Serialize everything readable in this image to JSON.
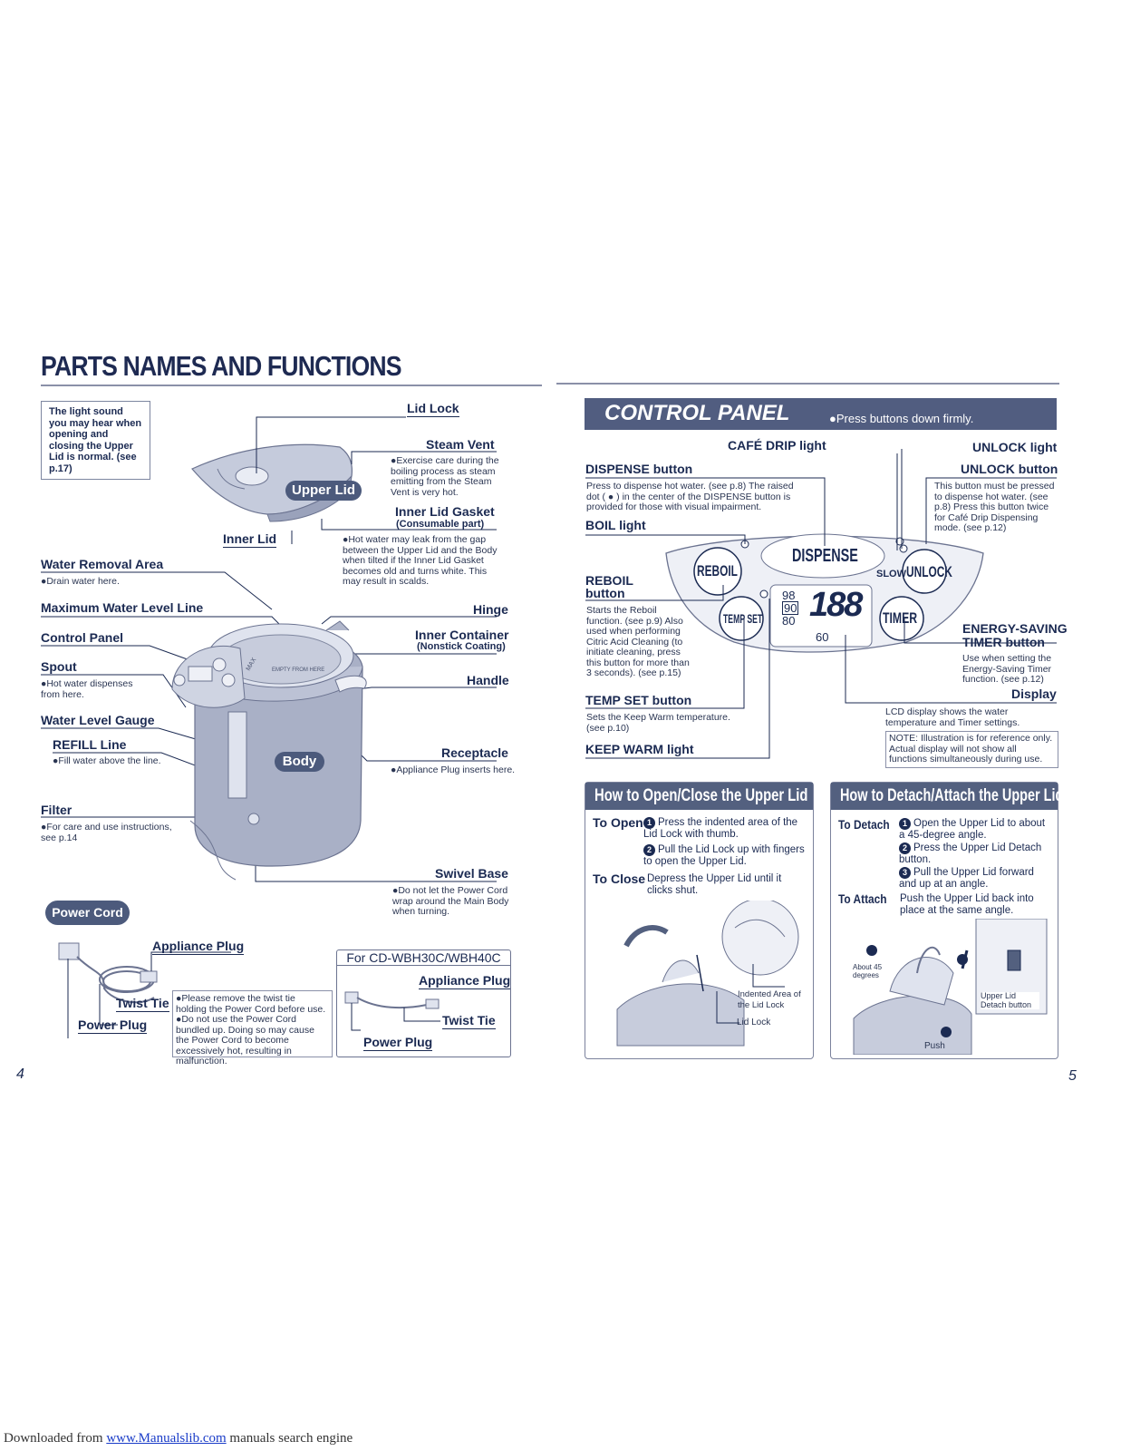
{
  "left": {
    "title": "PARTS NAMES AND FUNCTIONS",
    "light_sound_note": "The light sound you may hear when opening and closing the Upper Lid is normal. (see p.17)",
    "labels": {
      "lid_lock": "Lid Lock",
      "steam_vent": "Steam Vent",
      "steam_vent_note": "●Exercise care during the boiling process as steam emitting from the Steam Vent is very hot.",
      "upper_lid": "Upper Lid",
      "inner_lid_gasket": "Inner Lid Gasket",
      "consumable_part": "(Consumable part)",
      "inner_lid": "Inner Lid",
      "gasket_note": "●Hot water may leak from the gap between the Upper Lid and the Body when tilted if the Inner Lid Gasket becomes old and turns white. This may result in scalds.",
      "water_removal_area": "Water Removal Area",
      "water_removal_note": "●Drain water here.",
      "max_water_level_line": "Maximum Water Level Line",
      "hinge": "Hinge",
      "control_panel": "Control Panel",
      "inner_container": "Inner Container",
      "nonstick": "(Nonstick Coating)",
      "spout": "Spout",
      "spout_note": "●Hot water dispenses from here.",
      "handle": "Handle",
      "water_level_gauge": "Water Level Gauge",
      "refill_line": "REFILL Line",
      "refill_note": "●Fill water above the line.",
      "receptacle": "Receptacle",
      "receptacle_note": "●Appliance Plug inserts here.",
      "body": "Body",
      "filter": "Filter",
      "filter_note": "●For care and use instructions, see p.14",
      "swivel_base": "Swivel Base",
      "swivel_note": "●Do not let the Power Cord wrap around the Main Body when turning.",
      "container_print_1": "MAX",
      "container_print_2": "EMPTY FROM HERE"
    },
    "power_cord": {
      "pill": "Power Cord",
      "appliance_plug": "Appliance Plug",
      "twist_tie": "Twist Tie",
      "power_plug": "Power Plug",
      "notes": [
        "●Please remove the twist tie holding the Power Cord before use.",
        "●Do not use the Power Cord bundled up. Doing so may cause the Power Cord to become excessively hot, resulting in malfunction."
      ],
      "alt_title": "For CD-WBH30C/WBH40C",
      "alt_appliance_plug": "Appliance Plug",
      "alt_twist_tie": "Twist Tie",
      "alt_power_plug": "Power Plug"
    },
    "page_number": "4"
  },
  "right": {
    "banner_title": "CONTROL PANEL",
    "banner_note": "●Press buttons down firmly.",
    "labels": {
      "cafe_drip_light": "CAFÉ DRIP light",
      "unlock_light": "UNLOCK light",
      "dispense_button": "DISPENSE button",
      "dispense_note": "Press to dispense hot water. (see p.8) The raised dot ( ● ) in the center of the DISPENSE button is provided for those with visual impairment.",
      "unlock_button": "UNLOCK button",
      "unlock_note": "This button must be pressed to dispense hot water. (see p.8) Press this button twice for Café Drip Dispensing mode. (see p.12)",
      "boil_light": "BOIL light",
      "reboil_button_1": "REBOIL",
      "reboil_button_2": "button",
      "reboil_note": "Starts the Reboil function. (see p.9) Also used when performing Citric Acid Cleaning (to initiate cleaning, press this button for more than 3 seconds). (see p.15)",
      "energy_saving_1": "ENERGY-SAVING",
      "energy_saving_2": "TIMER button",
      "energy_note": "Use when setting the Energy-Saving Timer function. (see p.12)",
      "temp_set_button": "TEMP SET button",
      "temp_set_note": "Sets the Keep Warm temperature. (see p.10)",
      "display": "Display",
      "display_note": "LCD display shows the water temperature and Timer settings.",
      "illustration_note": "NOTE: Illustration is for reference only. Actual display will not show all functions simultaneously during use.",
      "keep_warm_light": "KEEP WARM light"
    },
    "panel": {
      "reboil": "REBOIL",
      "dispense": "DISPENSE",
      "slow": "SLOW",
      "unlock": "UNLOCK",
      "temp_set": "TEMP SET",
      "timer": "TIMER",
      "temps": [
        "98",
        "90",
        "80"
      ],
      "digits": "188",
      "timer_value": "60"
    },
    "open_close": {
      "title": "How to Open/Close the Upper Lid",
      "to_open": "To Open",
      "open_steps": [
        "Press the indented area of the Lid Lock with thumb.",
        "Pull the Lid Lock up with fingers to open the Upper Lid."
      ],
      "to_close": "To Close",
      "close_text": "Depress the Upper Lid until it clicks shut.",
      "indented_area": "Indented Area of the Lid Lock",
      "lid_lock": "Lid Lock"
    },
    "detach_attach": {
      "title": "How to Detach/Attach the Upper Lid",
      "to_detach": "To Detach",
      "detach_steps": [
        "Open the Upper Lid to about a 45-degree angle.",
        "Press the Upper Lid Detach button.",
        "Pull the Upper Lid forward and up at an angle."
      ],
      "to_attach": "To Attach",
      "attach_text": "Push the Upper Lid back into place at the same angle.",
      "about_45": "About 45 degrees",
      "detach_button": "Upper Lid Detach button",
      "push": "Push"
    },
    "page_number": "5"
  },
  "footer": {
    "prefix": "Downloaded from ",
    "link": "www.Manualslib.com",
    "suffix": " manuals search engine"
  },
  "colors": {
    "navy": "#1b2a52",
    "band": "#515d80",
    "panel": "#eef0f6"
  }
}
